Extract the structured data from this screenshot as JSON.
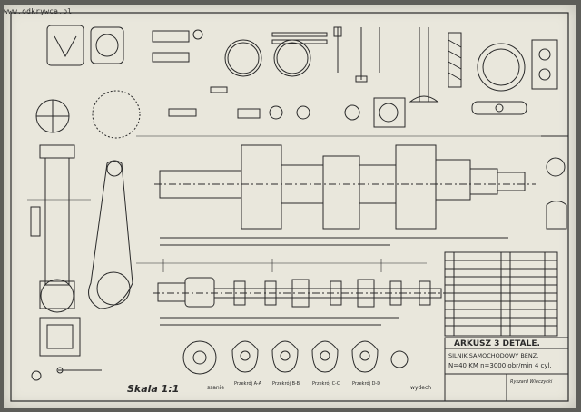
{
  "watermark": "www.odkrywca.pl",
  "drawing": {
    "scale_label": "Skala 1:1",
    "title_line1": "ARKUSZ 3 DETALE.",
    "title_line2": "SILNIK SAMOCHODOWY BENZ.",
    "title_line3": "N=40 KM n=3000 obr/min 4 cyl.",
    "signature": "Ryszard Wieczycki",
    "label_wydech": "wydech",
    "label_ssanie": "ssanie",
    "section_labels": [
      "Przekrój A-A",
      "Przekrój B-B",
      "Przekrój C-C",
      "Przekrój D-D"
    ]
  },
  "colors": {
    "paper": "#e9e7dc",
    "ink": "#2a2a2a",
    "wall": "#5d5d59"
  }
}
